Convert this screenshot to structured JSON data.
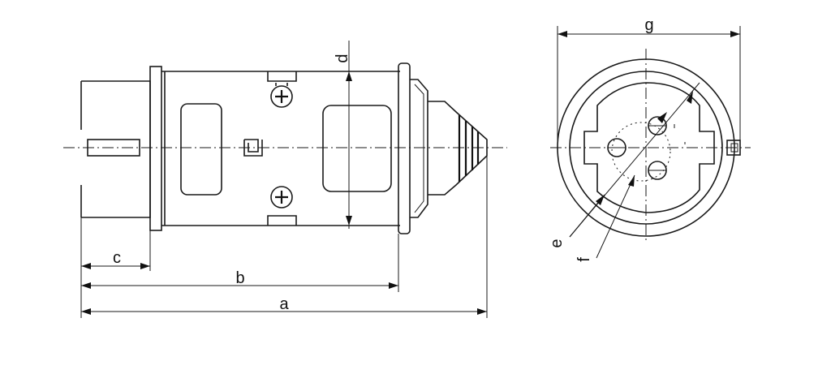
{
  "diagram": {
    "colors": {
      "stroke": "#1a1a1a",
      "background": "#ffffff"
    },
    "labels": {
      "a": "a",
      "b": "b",
      "c": "c",
      "d": "d",
      "e": "e",
      "f": "f",
      "g": "g"
    }
  }
}
